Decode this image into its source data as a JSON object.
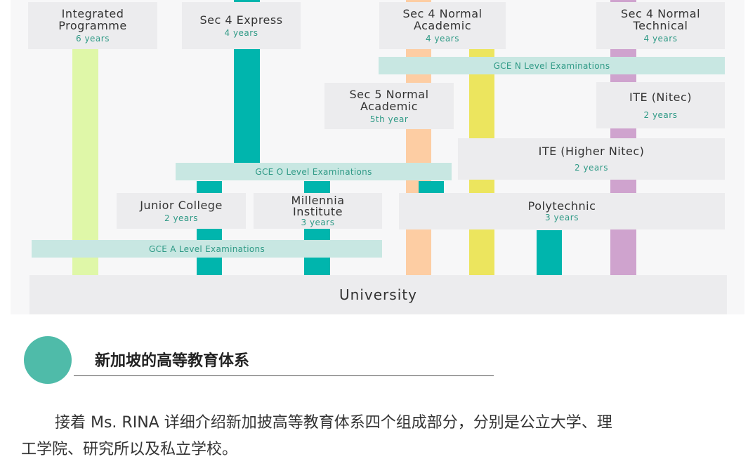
{
  "diagram": {
    "integrated": {
      "title": "Integrated Programme",
      "years": "6 years"
    },
    "sec4_express": {
      "title": "Sec 4 Express",
      "years": "4 years"
    },
    "sec4_na": {
      "title": "Sec 4 Normal Academic",
      "years": "4 years"
    },
    "sec4_nt": {
      "title": "Sec 4 Normal Technical",
      "years": "4 years"
    },
    "n_level": "GCE N Level Examinations",
    "sec5_na": {
      "title": "Sec 5 Normal Academic",
      "years": "5th year"
    },
    "ite_nitec": {
      "title": "ITE (Nitec)",
      "years": "2 years"
    },
    "ite_higher": {
      "title": "ITE (Higher Nitec)",
      "years": "2 years"
    },
    "o_level": "GCE O Level Examinations",
    "jc": {
      "title": "Junior College",
      "years": "2 years"
    },
    "millennia": {
      "title": "Millennia Institute",
      "years": "3 years"
    },
    "poly": {
      "title": "Polytechnic",
      "years": "3 years"
    },
    "a_level": "GCE A Level Examinations",
    "university": "University",
    "colors": {
      "lime": "#dff7a8",
      "teal": "#00b5ad",
      "peach": "#fdcda3",
      "yellow": "#ece55e",
      "purple": "#cfa3ce",
      "band": "#c8e7e2"
    }
  },
  "section": {
    "title": "新加坡的高等教育体系",
    "accent": "#4fbba9",
    "paragraph_lines": [
      "接着 Ms. RINA 详细介绍新加披高等教育体系四个组成部分，分别是公立大学、理",
      "工学院、研究所以及私立学校。"
    ]
  }
}
